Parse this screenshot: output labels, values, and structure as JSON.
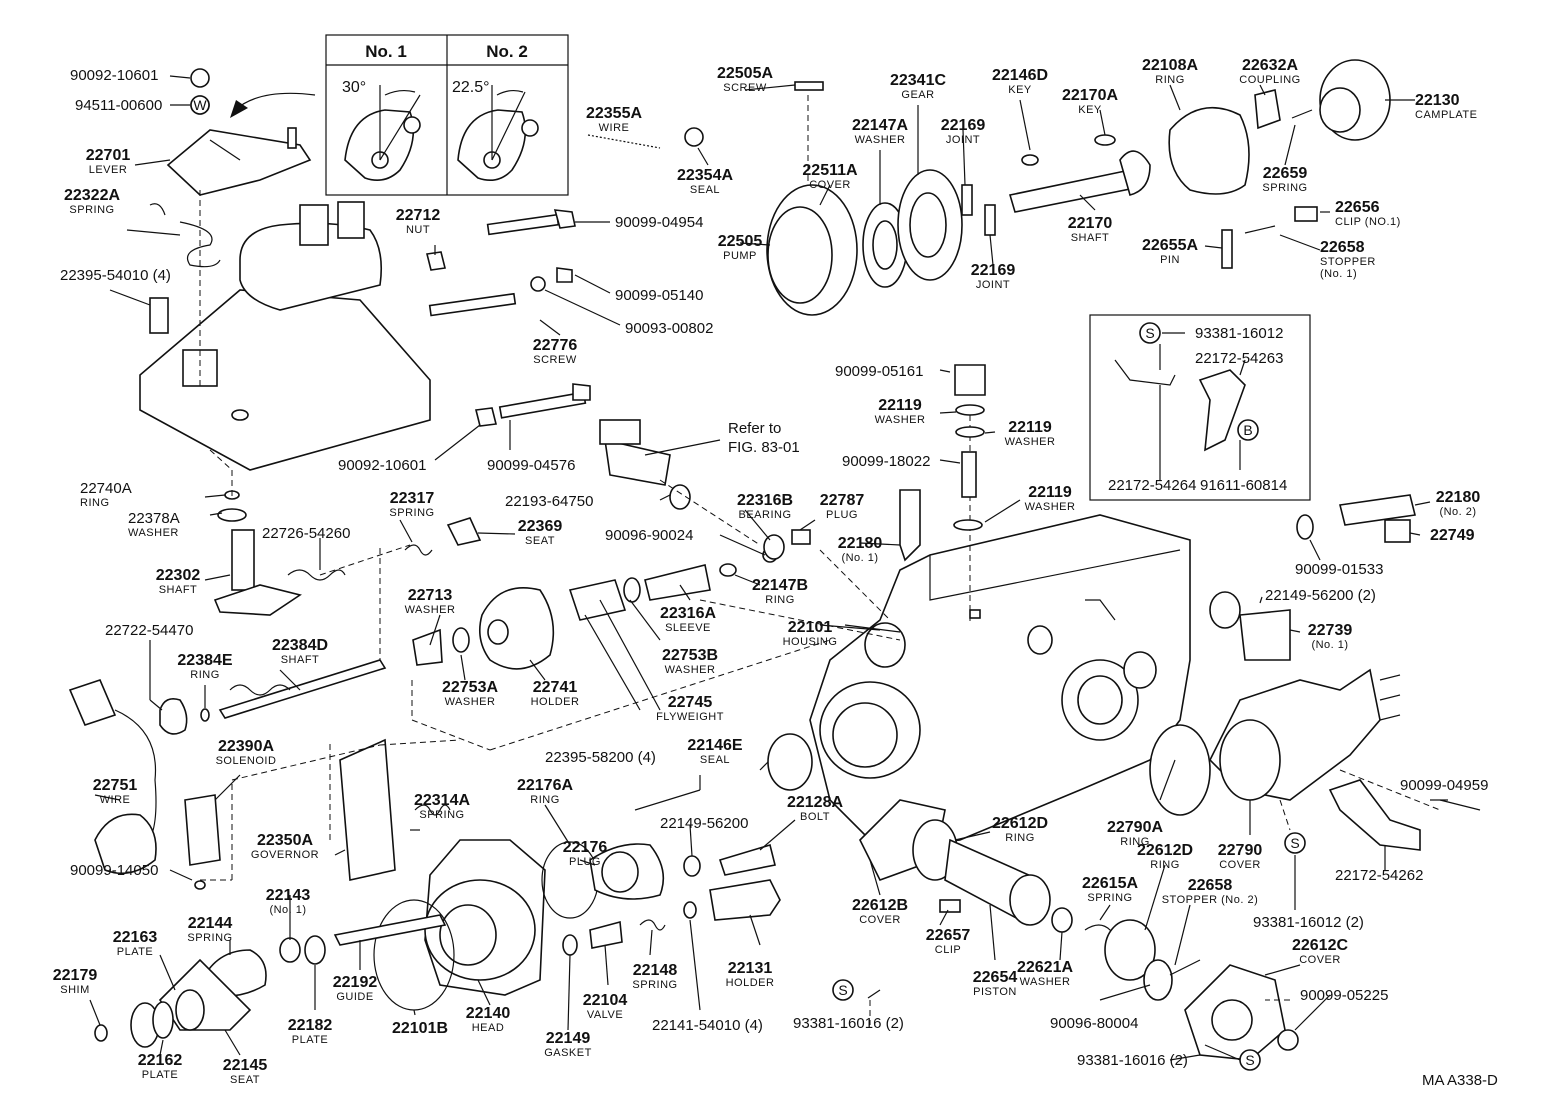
{
  "inset": {
    "col1": "No. 1",
    "col2": "No. 2",
    "angle1": "30°",
    "angle2": "22.5°"
  },
  "reference": {
    "line1": "Refer to",
    "line2": "FIG. 83-01"
  },
  "footer_code": "MA  A338-D",
  "circle_marks": {
    "s": "S",
    "w": "W",
    "b": "B"
  },
  "parts": [
    {
      "id": "p01",
      "num": "90092-10601"
    },
    {
      "id": "p02",
      "num": "94511-00600"
    },
    {
      "id": "p03",
      "num": "22701",
      "label": "LEVER"
    },
    {
      "id": "p04",
      "num": "22322A",
      "label": "SPRING"
    },
    {
      "id": "p05",
      "num": "22395-54010 (4)"
    },
    {
      "id": "p06",
      "num": "22712",
      "label": "NUT"
    },
    {
      "id": "p07",
      "num": "90099-04954"
    },
    {
      "id": "p08",
      "num": "90099-05140"
    },
    {
      "id": "p09",
      "num": "90093-00802"
    },
    {
      "id": "p10",
      "num": "22776",
      "label": "SCREW"
    },
    {
      "id": "p11",
      "num": "90092-10601"
    },
    {
      "id": "p12",
      "num": "90099-04576"
    },
    {
      "id": "p13",
      "num": "22355A",
      "label": "WIRE"
    },
    {
      "id": "p14",
      "num": "22354A",
      "label": "SEAL"
    },
    {
      "id": "p15",
      "num": "22505A",
      "label": "SCREW"
    },
    {
      "id": "p16",
      "num": "22511A",
      "label": "COVER"
    },
    {
      "id": "p17",
      "num": "22505",
      "label": "PUMP"
    },
    {
      "id": "p18",
      "num": "22341C",
      "label": "GEAR"
    },
    {
      "id": "p19",
      "num": "22147A",
      "label": "WASHER"
    },
    {
      "id": "p20",
      "num": "22146D",
      "label": "KEY"
    },
    {
      "id": "p21",
      "num": "22169",
      "label": "JOINT"
    },
    {
      "id": "p22",
      "num": "22169",
      "label": "JOINT"
    },
    {
      "id": "p23",
      "num": "22108A",
      "label": "RING"
    },
    {
      "id": "p24",
      "num": "22632A",
      "label": "COUPLING"
    },
    {
      "id": "p25",
      "num": "22170A",
      "label": "KEY"
    },
    {
      "id": "p26",
      "num": "22130",
      "label": "CAMPLATE"
    },
    {
      "id": "p27",
      "num": "22659",
      "label": "SPRING"
    },
    {
      "id": "p28",
      "num": "22170",
      "label": "SHAFT"
    },
    {
      "id": "p29",
      "num": "22656",
      "label": "CLIP (NO.1)"
    },
    {
      "id": "p30",
      "num": "22655A",
      "label": "PIN"
    },
    {
      "id": "p31",
      "num": "22658",
      "label": "STOPPER",
      "sub": "(No. 1)"
    },
    {
      "id": "p32",
      "num": "93381-16012"
    },
    {
      "id": "p33",
      "num": "22172-54263"
    },
    {
      "id": "p34",
      "num": "22172-54264"
    },
    {
      "id": "p35",
      "num": "91611-60814"
    },
    {
      "id": "p36",
      "num": "90099-05161"
    },
    {
      "id": "p37",
      "num": "22119",
      "label": "WASHER"
    },
    {
      "id": "p38",
      "num": "22119",
      "label": "WASHER"
    },
    {
      "id": "p39",
      "num": "90099-18022"
    },
    {
      "id": "p40",
      "num": "22119",
      "label": "WASHER"
    },
    {
      "id": "p41",
      "num": "22180",
      "sub": "(No. 2)"
    },
    {
      "id": "p42",
      "num": "22749"
    },
    {
      "id": "p43",
      "num": "90099-01533"
    },
    {
      "id": "p44",
      "num": "22740A",
      "label": "RING"
    },
    {
      "id": "p45",
      "num": "22378A",
      "label": "WASHER"
    },
    {
      "id": "p46",
      "num": "22317",
      "label": "SPRING"
    },
    {
      "id": "p47",
      "num": "22726-54260"
    },
    {
      "id": "p48",
      "num": "22369",
      "label": "SEAT"
    },
    {
      "id": "p49",
      "num": "22302",
      "label": "SHAFT"
    },
    {
      "id": "p50",
      "num": "22193-64750"
    },
    {
      "id": "p51",
      "num": "22316B",
      "label": "BEARING"
    },
    {
      "id": "p52",
      "num": "22787",
      "label": "PLUG"
    },
    {
      "id": "p53",
      "num": "90096-90024"
    },
    {
      "id": "p54",
      "num": "22180",
      "sub": "(No. 1)"
    },
    {
      "id": "p55",
      "num": "22147B",
      "label": "RING"
    },
    {
      "id": "p56",
      "num": "22316A",
      "label": "SLEEVE"
    },
    {
      "id": "p57",
      "num": "22149-56200 (2)"
    },
    {
      "id": "p58",
      "num": "22739",
      "sub": "(No. 1)"
    },
    {
      "id": "p59",
      "num": "22101",
      "label": "HOUSING"
    },
    {
      "id": "p60",
      "num": "22753B",
      "label": "WASHER"
    },
    {
      "id": "p61",
      "num": "22713",
      "label": "WASHER"
    },
    {
      "id": "p62",
      "num": "22722-54470"
    },
    {
      "id": "p63",
      "num": "22384E",
      "label": "RING"
    },
    {
      "id": "p64",
      "num": "22384D",
      "label": "SHAFT"
    },
    {
      "id": "p65",
      "num": "22753A",
      "label": "WASHER"
    },
    {
      "id": "p66",
      "num": "22741",
      "label": "HOLDER"
    },
    {
      "id": "p67",
      "num": "22745",
      "label": "FLYWEIGHT"
    },
    {
      "id": "p68",
      "num": "22390A",
      "label": "SOLENOID"
    },
    {
      "id": "p69",
      "num": "22751",
      "label": "WIRE"
    },
    {
      "id": "p70",
      "num": "22395-58200 (4)"
    },
    {
      "id": "p71",
      "num": "22146E",
      "label": "SEAL"
    },
    {
      "id": "p72",
      "num": "22128A",
      "label": "BOLT"
    },
    {
      "id": "p73",
      "num": "22176A",
      "label": "RING"
    },
    {
      "id": "p74",
      "num": "22176",
      "label": "PLUG"
    },
    {
      "id": "p75",
      "num": "22149-56200"
    },
    {
      "id": "p76",
      "num": "22314A",
      "label": "SPRING"
    },
    {
      "id": "p77",
      "num": "22350A",
      "label": "GOVERNOR"
    },
    {
      "id": "p78",
      "num": "90099-14050"
    },
    {
      "id": "p79",
      "num": "22790A",
      "label": "RING"
    },
    {
      "id": "p80",
      "num": "22790",
      "label": "COVER"
    },
    {
      "id": "p81",
      "num": "90099-04959"
    },
    {
      "id": "p82",
      "num": "22172-54262"
    },
    {
      "id": "p83",
      "num": "22612D",
      "label": "RING"
    },
    {
      "id": "p84",
      "num": "22612B",
      "label": "COVER"
    },
    {
      "id": "p85",
      "num": "22612D",
      "label": "RING"
    },
    {
      "id": "p86",
      "num": "22615A",
      "label": "SPRING"
    },
    {
      "id": "p87",
      "num": "22658",
      "label": "STOPPER (No. 2)"
    },
    {
      "id": "p88",
      "num": "93381-16012 (2)"
    },
    {
      "id": "p89",
      "num": "22143",
      "sub": "(No. 1)"
    },
    {
      "id": "p90",
      "num": "22144",
      "label": "SPRING"
    },
    {
      "id": "p91",
      "num": "22163",
      "label": "PLATE"
    },
    {
      "id": "p92",
      "num": "22179",
      "label": "SHIM"
    },
    {
      "id": "p93",
      "num": "22182",
      "label": "PLATE"
    },
    {
      "id": "p94",
      "num": "22192",
      "label": "GUIDE"
    },
    {
      "id": "p95",
      "num": "22140",
      "label": "HEAD"
    },
    {
      "id": "p96",
      "num": "22104",
      "label": "VALVE"
    },
    {
      "id": "p97",
      "num": "22148",
      "label": "SPRING"
    },
    {
      "id": "p98",
      "num": "22131",
      "label": "HOLDER"
    },
    {
      "id": "p99",
      "num": "22657",
      "label": "CLIP"
    },
    {
      "id": "p100",
      "num": "22654",
      "label": "PISTON"
    },
    {
      "id": "p101",
      "num": "22621A",
      "label": "WASHER"
    },
    {
      "id": "p102",
      "num": "22612C",
      "label": "COVER"
    },
    {
      "id": "p103",
      "num": "90099-05225"
    },
    {
      "id": "p104",
      "num": "90096-80004"
    },
    {
      "id": "p105",
      "num": "22162",
      "label": "PLATE"
    },
    {
      "id": "p106",
      "num": "22145",
      "label": "SEAT"
    },
    {
      "id": "p107",
      "num": "22101B"
    },
    {
      "id": "p108",
      "num": "22149",
      "label": "GASKET"
    },
    {
      "id": "p109",
      "num": "22141-54010 (4)"
    },
    {
      "id": "p110",
      "num": "93381-16016 (2)"
    },
    {
      "id": "p111",
      "num": "93381-16016 (2)"
    }
  ]
}
